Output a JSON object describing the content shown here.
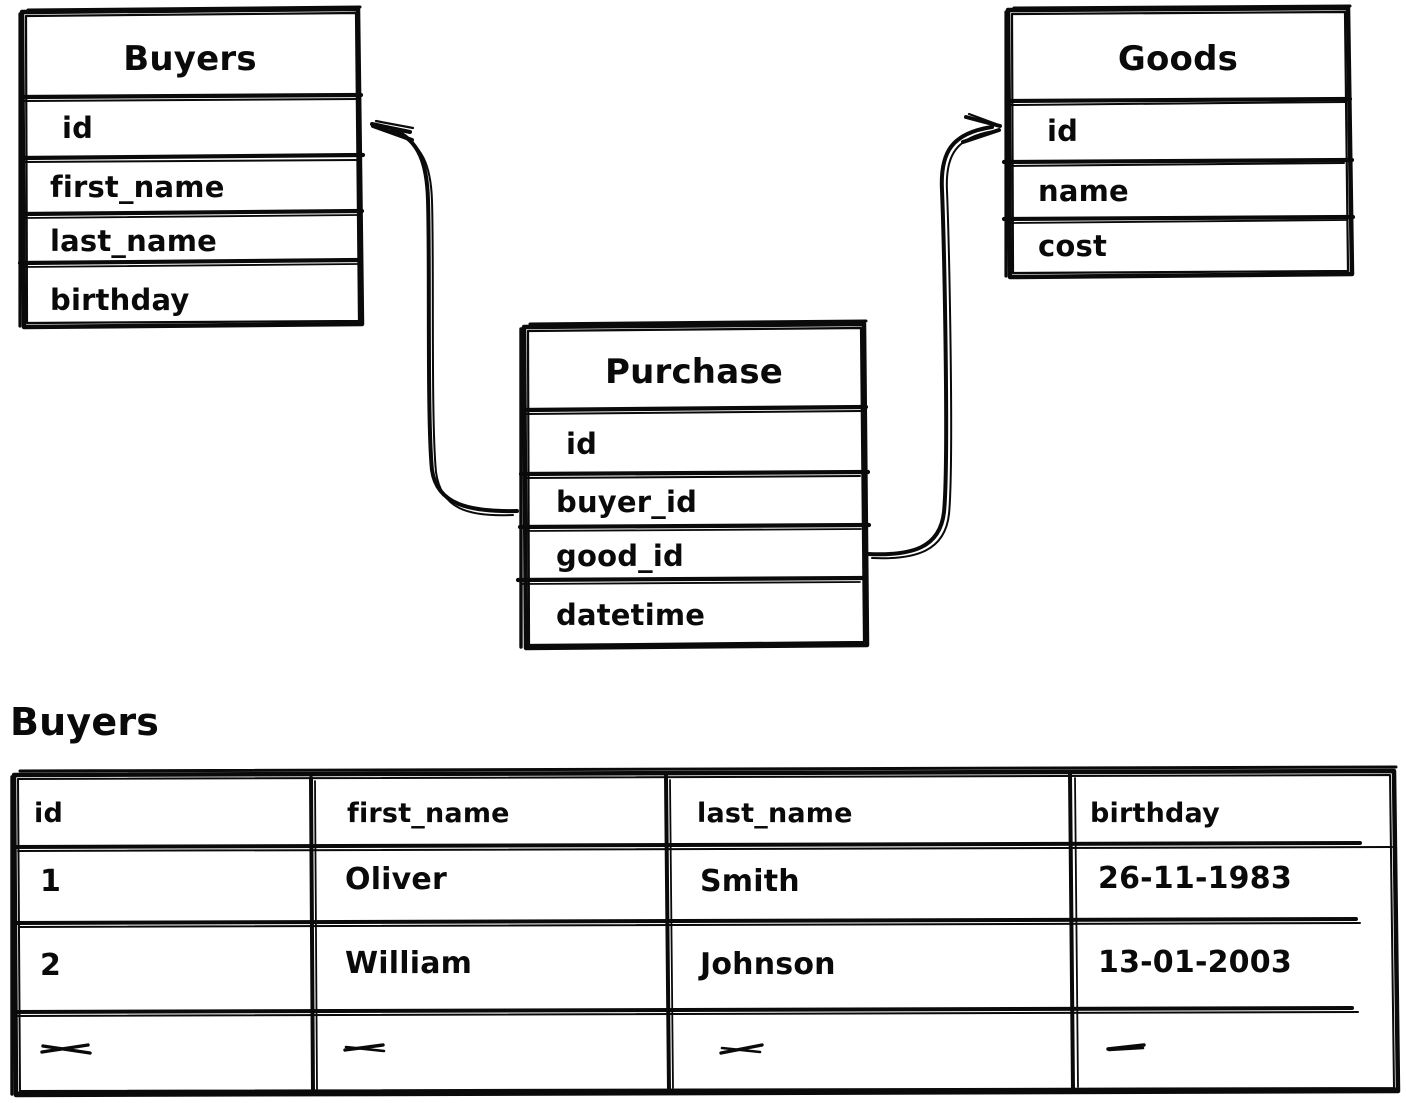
{
  "diagram": {
    "type": "er-diagram",
    "style": "hand-drawn",
    "background_color": "#ffffff",
    "stroke_color": "#0a0a0a",
    "entities": [
      {
        "name": "Buyers",
        "fields": [
          "id",
          "first_name",
          "last_name",
          "birthday"
        ]
      },
      {
        "name": "Goods",
        "fields": [
          "id",
          "name",
          "cost"
        ]
      },
      {
        "name": "Purchase",
        "fields": [
          "id",
          "buyer_id",
          "good_id",
          "datetime"
        ]
      }
    ],
    "relationships": [
      {
        "from_entity": "Purchase",
        "from_field": "buyer_id",
        "to_entity": "Buyers",
        "to_field": "id",
        "arrow": "arrowhead-left"
      },
      {
        "from_entity": "Purchase",
        "from_field": "good_id",
        "to_entity": "Goods",
        "to_field": "id",
        "arrow": "arrowhead-right"
      }
    ]
  },
  "data_table": {
    "caption": "Buyers",
    "columns": [
      "id",
      "first_name",
      "last_name",
      "birthday"
    ],
    "rows": [
      [
        "1",
        "Oliver",
        "Smith",
        "26-11-1983"
      ],
      [
        "2",
        "William",
        "Johnson",
        "13-01-2003"
      ],
      [
        "–",
        "–",
        "–",
        "–"
      ]
    ],
    "continuation_row_index": 2
  }
}
